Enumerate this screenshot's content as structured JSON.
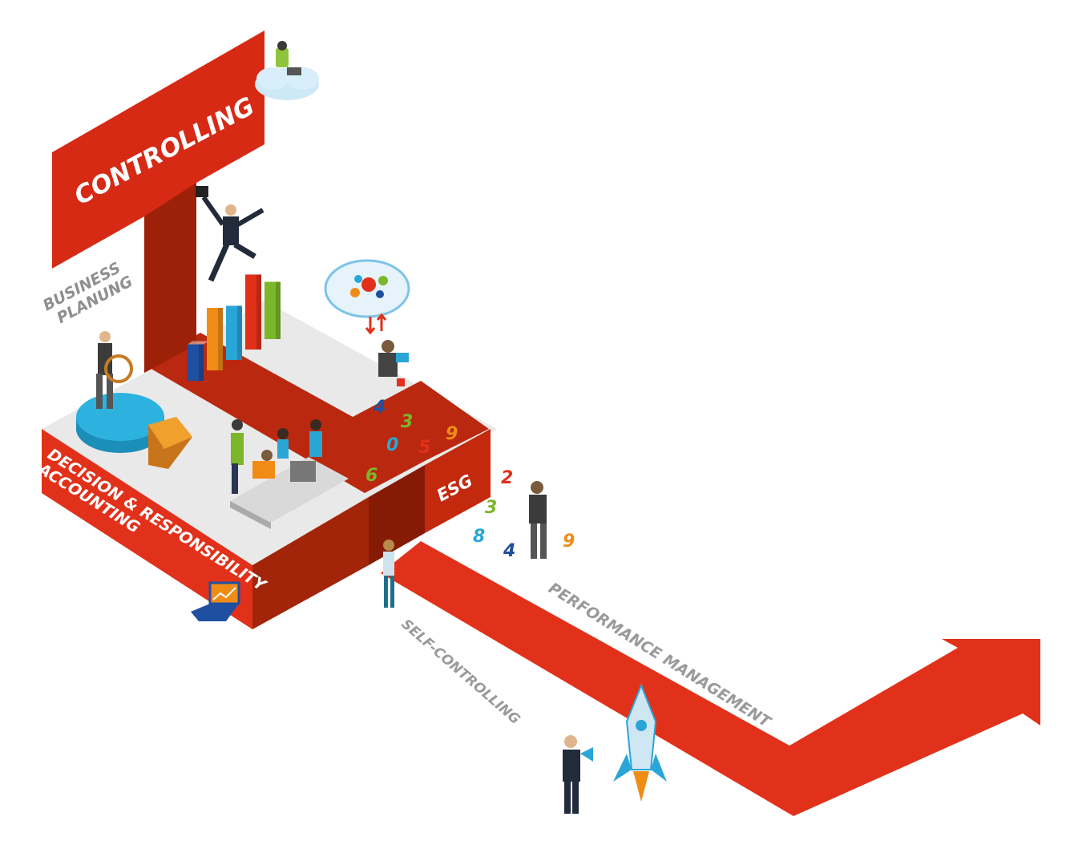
{
  "labels": {
    "controlling": "CONTROLLING",
    "business_line1": "BUSINESS",
    "business_line2": "PLANUNG",
    "decision_line1": "DECISION & RESPONSIBILITY",
    "decision_line2": "ACCOUNTING",
    "esg": "ESG",
    "performance": "PERFORMANCE MANAGEMENT",
    "self_controlling": "SELF-CONTROLLING"
  },
  "numbers": {
    "n1": "4",
    "n2": "3",
    "n3": "5",
    "n4": "9",
    "n5": "0",
    "n6": "6",
    "n7": "2",
    "n8": "3",
    "n9": "8",
    "n10": "4",
    "n11": "9"
  },
  "colors": {
    "brand_red": "#e2311a",
    "dark_red": "#9c2108",
    "mid_red": "#bb2a10",
    "floor_gray": "#e8e8e8",
    "label_gray": "#8f8f8f",
    "bar_blue": "#1f4fa0",
    "bar_orange": "#f08c16",
    "bar_cyan": "#2aa6d6",
    "bar_red": "#e0301a",
    "bar_green": "#7cb62a"
  },
  "bar_chart": {
    "bars": [
      {
        "color": "#1f4fa0",
        "level": 0.35
      },
      {
        "color": "#f08c16",
        "level": 0.6
      },
      {
        "color": "#2aa6d6",
        "level": 0.52
      },
      {
        "color": "#e0301a",
        "level": 0.72
      },
      {
        "color": "#7cb62a",
        "level": 0.55
      }
    ]
  },
  "icons": [
    "cloud-laptop-person-icon",
    "pie-chart-icon",
    "gears-cloud-icon",
    "laptop-chart-icon",
    "rocket-icon",
    "ship-wheel-icon",
    "meeting-table-icon"
  ]
}
